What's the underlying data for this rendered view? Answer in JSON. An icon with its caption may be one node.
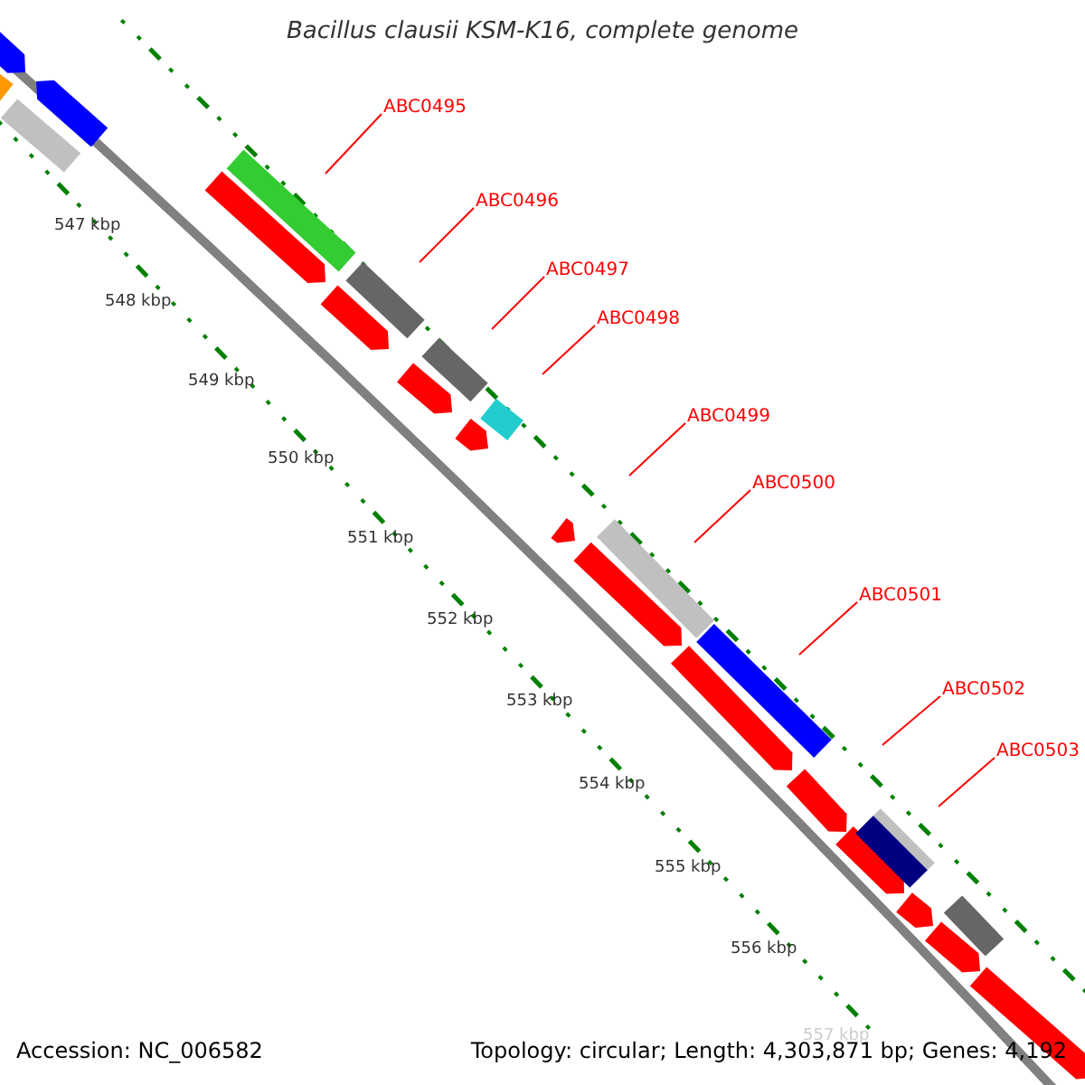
{
  "diagram": {
    "title": "Bacillus clausii KSM-K16, complete genome",
    "nodes": [
      {
        "text": [
          "ABC0495"
        ]
      },
      {
        "text": [
          "ABC0496"
        ]
      },
      {
        "text": [
          "ABC0497"
        ]
      },
      {
        "text": [
          "ABC0498"
        ]
      },
      {
        "text": [
          "ABC0499"
        ]
      },
      {
        "text": [
          "ABC0500"
        ]
      },
      {
        "text": [
          "ABC0501"
        ]
      },
      {
        "text": [
          "ABC0502"
        ]
      },
      {
        "text": [
          "ABC0503"
        ]
      }
    ],
    "edges": [
      {
        "from": 0,
        "to": null,
        "arrow": "none",
        "color": "#ff0000"
      },
      {
        "from": 1,
        "to": null,
        "arrow": "none",
        "color": "#ff0000"
      },
      {
        "from": 2,
        "to": null,
        "arrow": "none",
        "color": "#ff0000"
      },
      {
        "from": 3,
        "to": null,
        "arrow": "none",
        "color": "#ff0000"
      },
      {
        "from": 4,
        "to": null,
        "arrow": "none",
        "color": "#ff0000"
      },
      {
        "from": 5,
        "to": null,
        "arrow": "none",
        "color": "#ff0000"
      },
      {
        "from": 6,
        "to": null,
        "arrow": "none",
        "color": "#ff0000"
      },
      {
        "from": 7,
        "to": null,
        "arrow": "none",
        "color": "#ff0000"
      },
      {
        "from": 8,
        "to": null,
        "arrow": "none",
        "color": "#ff0000"
      }
    ],
    "labels": [
      "547 kbp",
      "548 kbp",
      "549 kbp",
      "550 kbp",
      "551 kbp",
      "552 kbp",
      "553 kbp",
      "554 kbp",
      "555 kbp",
      "556 kbp",
      "557 kbp",
      "Accession: NC_006582",
      "Topology: circular; Length: 4,303,871 bp; Genes: 4,192"
    ]
  }
}
